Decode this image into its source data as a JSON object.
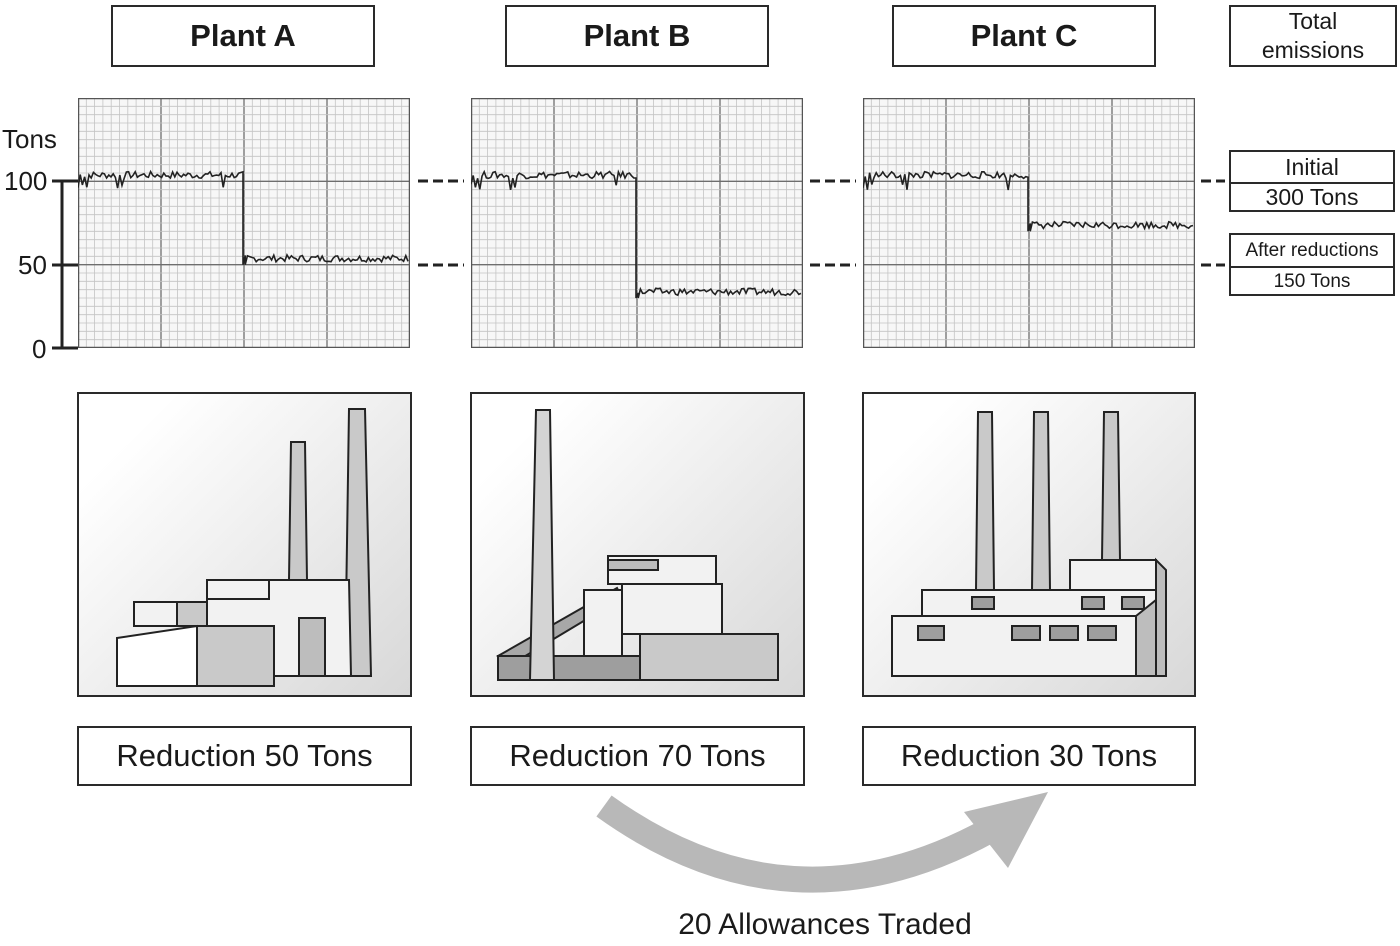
{
  "plants": [
    {
      "title": "Plant A",
      "reduction": "Reduction 50 Tons",
      "before": 100,
      "after": 50
    },
    {
      "title": "Plant B",
      "reduction": "Reduction 70 Tons",
      "before": 100,
      "after": 30
    },
    {
      "title": "Plant C",
      "reduction": "Reduction 30 Tons",
      "before": 100,
      "after": 70
    }
  ],
  "total": {
    "title_line1": "Total",
    "title_line2": "emissions",
    "initial_label": "Initial",
    "initial_value": "300 Tons",
    "after_label": "After reductions",
    "after_value": "150 Tons"
  },
  "axis": {
    "unit": "Tons",
    "ticks": [
      "100",
      "50",
      "0"
    ],
    "ymax": 100
  },
  "trade": {
    "label": "20 Allowances Traded"
  },
  "colors": {
    "grid_minor": "#c4c4c4",
    "grid_major": "#6e6e6e",
    "trace": "#222222",
    "arrow": "#b8b8b8"
  }
}
